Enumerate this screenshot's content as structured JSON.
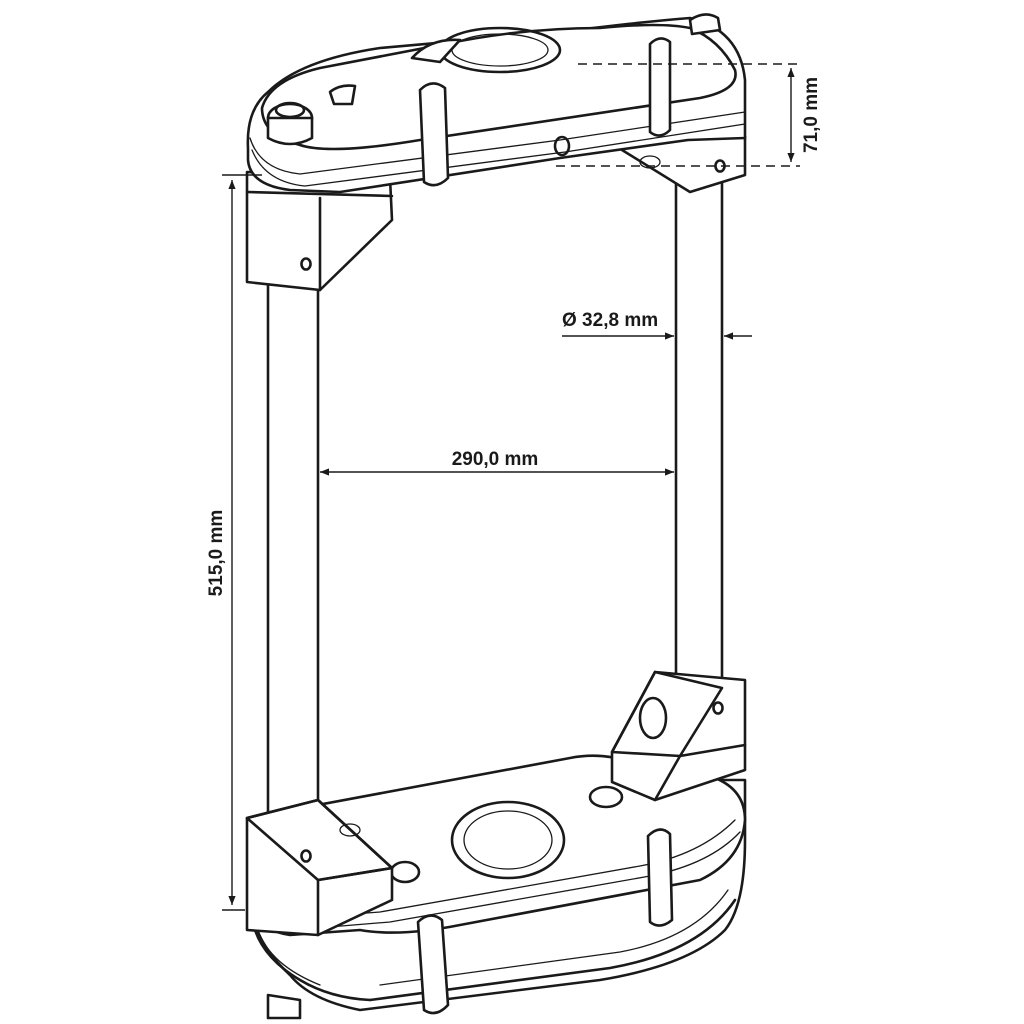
{
  "dimensions": {
    "height_total": "515,0 mm",
    "width_between_rods": "290,0 mm",
    "rod_diameter": "Ø 32,8 mm",
    "top_block_height": "71,0 mm"
  },
  "colors": {
    "ink": "#1a1a1a",
    "background": "#ffffff"
  }
}
